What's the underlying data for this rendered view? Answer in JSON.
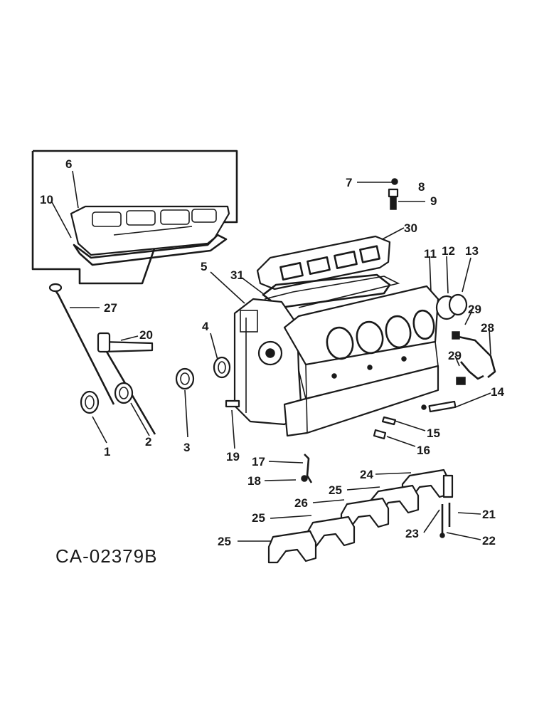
{
  "figure_code": "CA-02379B",
  "callouts": {
    "c1": "1",
    "c2": "2",
    "c3": "3",
    "c4": "4",
    "c5": "5",
    "c6": "6",
    "c7": "7",
    "c8": "8",
    "c9": "9",
    "c10": "10",
    "c11": "11",
    "c12": "12",
    "c13": "13",
    "c14": "14",
    "c15": "15",
    "c16": "16",
    "c17": "17",
    "c18": "18",
    "c19": "19",
    "c20": "20",
    "c21": "21",
    "c22": "22",
    "c23": "23",
    "c24": "24",
    "c25a": "25",
    "c25b": "25",
    "c25c": "25",
    "c26": "26",
    "c27": "27",
    "c28": "28",
    "c29a": "29",
    "c29b": "29",
    "c30": "30",
    "c31": "31"
  }
}
